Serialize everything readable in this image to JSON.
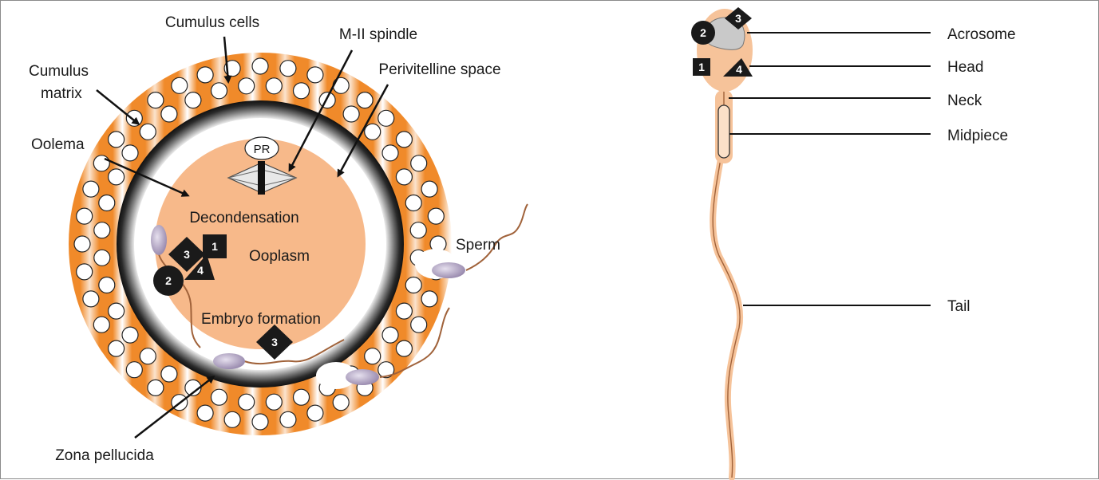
{
  "oocyte_labels": {
    "cumulus_cells": "Cumulus cells",
    "cumulus_matrix_line1": "Cumulus",
    "cumulus_matrix_line2": "matrix",
    "m2_spindle": "M-II spindle",
    "perivitelline_space": "Perivitelline space",
    "oolema": "Oolema",
    "polar_body": "PR",
    "decondensation": "Decondensation",
    "ooplasm": "Ooplasm",
    "sperm": "Sperm",
    "embryo_formation": "Embryo formation",
    "zona_pellucida": "Zona pellucida"
  },
  "sperm_labels": {
    "acrosome": "Acrosome",
    "head": "Head",
    "neck": "Neck",
    "midpiece": "Midpiece",
    "tail": "Tail"
  },
  "markers": {
    "oocyte_square": "1",
    "oocyte_circle": "2",
    "oocyte_diamond": "3",
    "oocyte_triangle": "4",
    "embryo_diamond": "3",
    "sperm_circle": "2",
    "sperm_diamond": "3",
    "sperm_square": "1",
    "sperm_triangle": "4"
  },
  "colors": {
    "cumulus_orange": "#f08a2a",
    "ooplasm": "#f7b98a",
    "zona_dark": "#1c1c1c",
    "sperm_head": "#a79ab8",
    "sperm_body": "#f6c39a",
    "tail_line": "#a0623a",
    "marker": "#1a1a1a"
  }
}
